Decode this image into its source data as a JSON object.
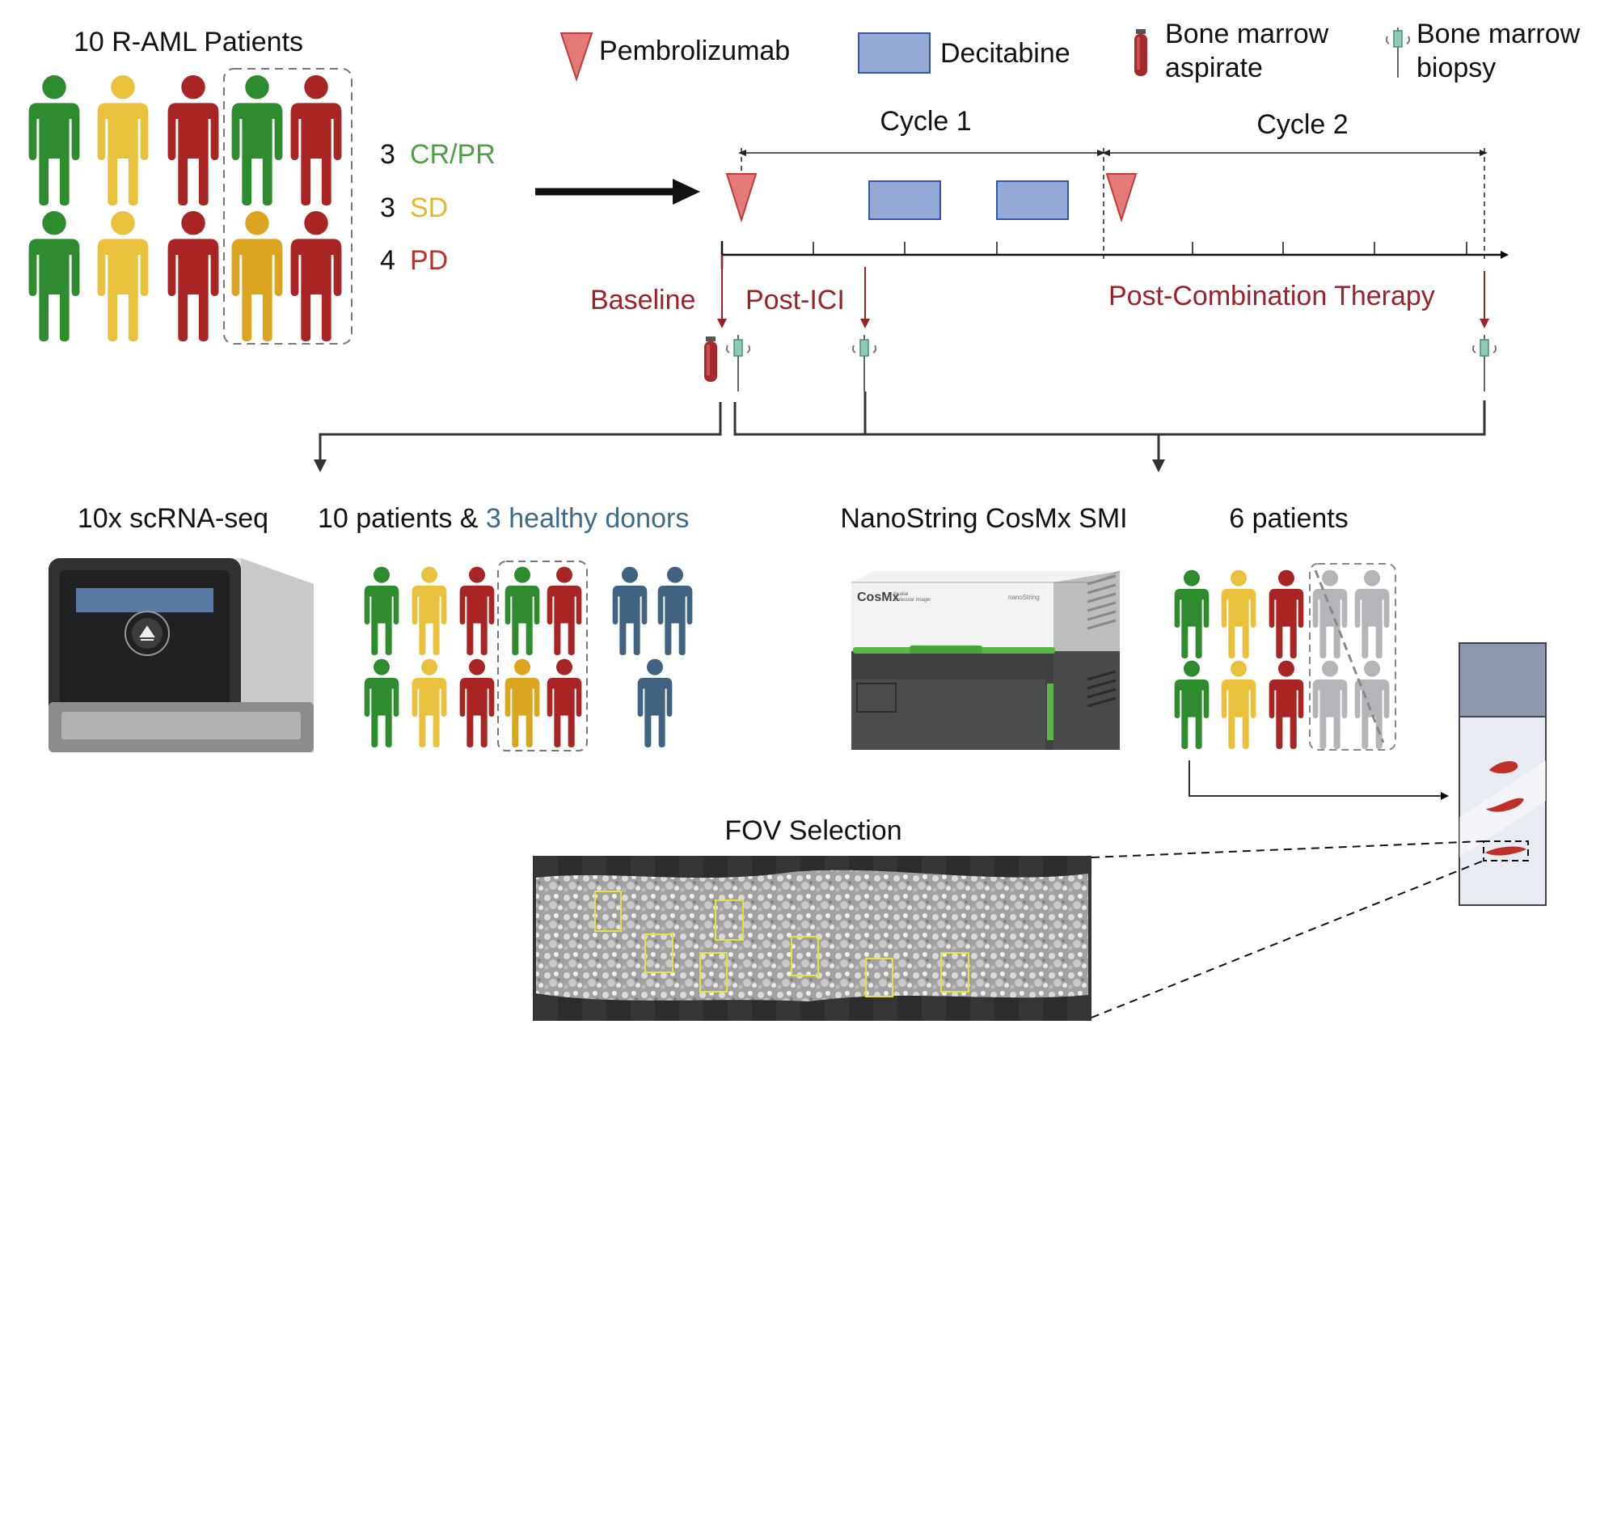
{
  "colors": {
    "green": "#2e8b2e",
    "yellow": "#e9c13c",
    "darkyellow": "#dca520",
    "red": "#a82523",
    "blue": "#3f6380",
    "gray": "#b3b5b8",
    "timeline_red": "#9b2226",
    "healthy_text": "#3f6b8a",
    "response_green": "#4fa045",
    "response_yellow": "#e3b92c",
    "response_red": "#c0302a",
    "decitabine_fill": "#94a9d6",
    "decitabine_stroke": "#3355a8",
    "pembro_fill": "#e37a78",
    "pembro_stroke": "#c23b39"
  },
  "cohort": {
    "title": "10 R-AML Patients",
    "responses": [
      {
        "count": "3",
        "label": "CR/PR",
        "color_key": "response_green"
      },
      {
        "count": "3",
        "label": "SD",
        "color_key": "response_yellow"
      },
      {
        "count": "4",
        "label": "PD",
        "color_key": "response_red"
      }
    ]
  },
  "legend": {
    "pembrolizumab": "Pembrolizumab",
    "decitabine": "Decitabine",
    "aspirate_line1": "Bone marrow",
    "aspirate_line2": "aspirate",
    "biopsy_line1": "Bone marrow",
    "biopsy_line2": "biopsy"
  },
  "timeline": {
    "cycle1": "Cycle 1",
    "cycle2": "Cycle 2",
    "baseline": "Baseline",
    "post_ici": "Post-ICI",
    "post_combo": "Post-Combination Therapy"
  },
  "scrna": {
    "title": "10x scRNA-seq",
    "patients_prefix": "10 patients & ",
    "healthy": "3 healthy donors"
  },
  "cosmx": {
    "title": "NanoString CosMx SMI",
    "patients": "6 patients",
    "brand": "CosMx",
    "brand_sub1": "Spatial",
    "brand_sub2": "Molecular Imager",
    "maker": "nanoString"
  },
  "fov": {
    "title": "FOV Selection"
  }
}
